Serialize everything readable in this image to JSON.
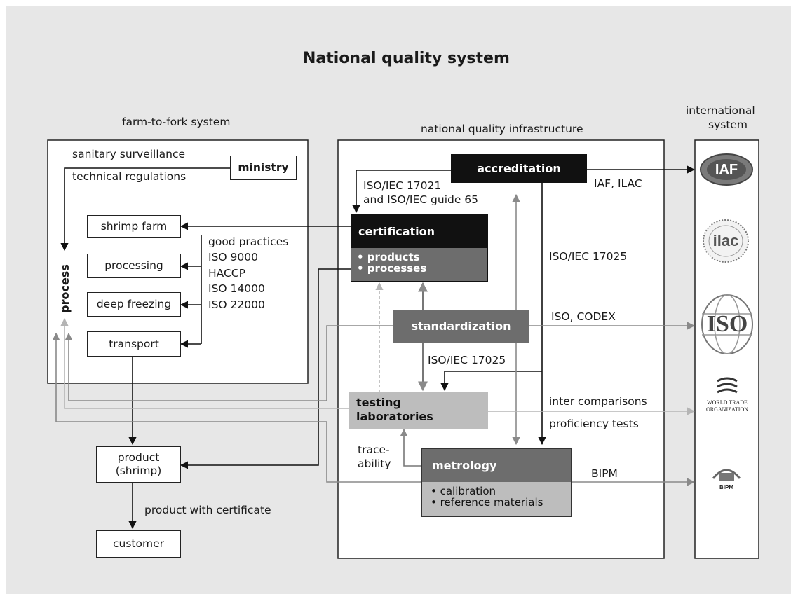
{
  "title": "National quality system",
  "sections": {
    "farm": "farm-to-fork system",
    "nqi": "national quality infrastructure",
    "intl_line1": "international",
    "intl_line2": "system"
  },
  "farm": {
    "sanitary": "sanitary surveillance",
    "technical": "technical regulations",
    "ministry": "ministry",
    "process": "process",
    "steps": [
      "shrimp farm",
      "processing",
      "deep freezing",
      "transport"
    ],
    "practices": [
      "good practices",
      "ISO 9000",
      "HACCP",
      "ISO 14000",
      "ISO 22000"
    ],
    "product_line1": "product",
    "product_line2": "(shrimp)",
    "product_with_certificate": "product with certificate",
    "customer": "customer"
  },
  "nqi": {
    "accreditation": "accreditation",
    "certification": "certification",
    "cert_items": [
      "• products",
      "• processes"
    ],
    "standardization": "standardization",
    "testing_line1": "testing",
    "testing_line2": "laboratories",
    "metrology": "metrology",
    "metro_items": [
      "• calibration",
      "• reference materials"
    ],
    "iso17021_line1": "ISO/IEC 17021",
    "iso17021_line2": "and ISO/IEC guide 65",
    "iso17025_right": "ISO/IEC 17025",
    "iso17025_mid": "ISO/IEC 17025",
    "traceability_line1": "trace-",
    "traceability_line2": "ability"
  },
  "links": {
    "iaf_ilac": "IAF, ILAC",
    "iso_codex": "ISO, CODEX",
    "intercomparisons": "inter comparisons",
    "proficiency": "proficiency tests",
    "bipm": "BIPM"
  },
  "logos": {
    "iaf": "IAF",
    "ilac": "ilac",
    "iso": "ISO",
    "wto_line1": "WORLD TRADE",
    "wto_line2": "ORGANIZATION",
    "bipm": "BIPM"
  }
}
